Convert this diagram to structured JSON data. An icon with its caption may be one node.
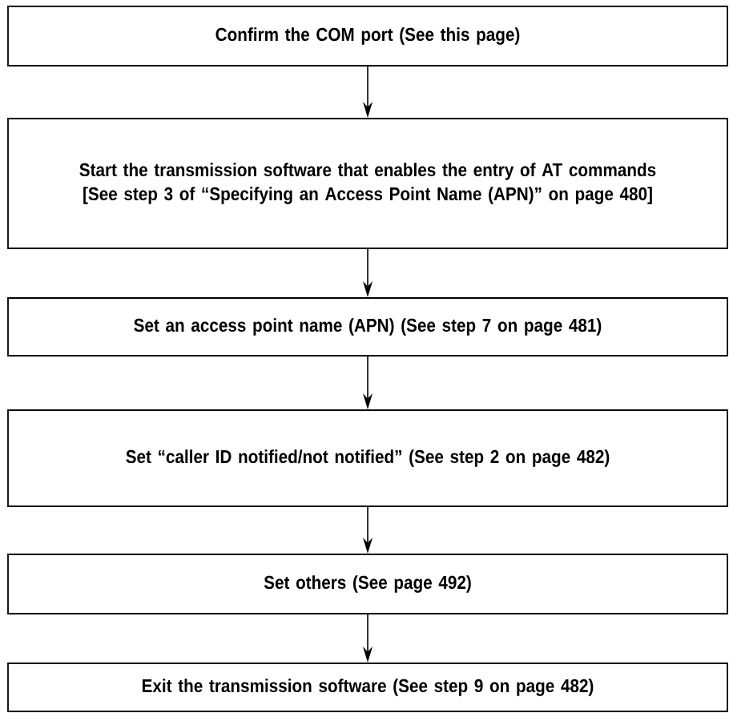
{
  "diagram": {
    "nodes": [
      {
        "text": [
          "Confirm the COM port (See this page)"
        ]
      },
      {
        "text": [
          "Start the transmission software that enables the entry of AT commands [See step 3 of “Specifying an Access Point Name (APN)” on page 480]"
        ]
      },
      {
        "text": [
          "Set an access point name (APN) (See step 7 on page 481)"
        ]
      },
      {
        "text": [
          "Set “caller ID notified/not notified” (See step 2 on page 482)"
        ]
      },
      {
        "text": [
          "Set others (See page 492)"
        ]
      },
      {
        "text": [
          "Exit the transmission software (See step 9 on page 482)"
        ]
      }
    ],
    "edges": [
      {
        "from": 0,
        "to": 1,
        "arrow": "to"
      },
      {
        "from": 1,
        "to": 2,
        "arrow": "to"
      },
      {
        "from": 2,
        "to": 3,
        "arrow": "to"
      },
      {
        "from": 3,
        "to": 4,
        "arrow": "to"
      },
      {
        "from": 4,
        "to": 5,
        "arrow": "to"
      }
    ]
  }
}
